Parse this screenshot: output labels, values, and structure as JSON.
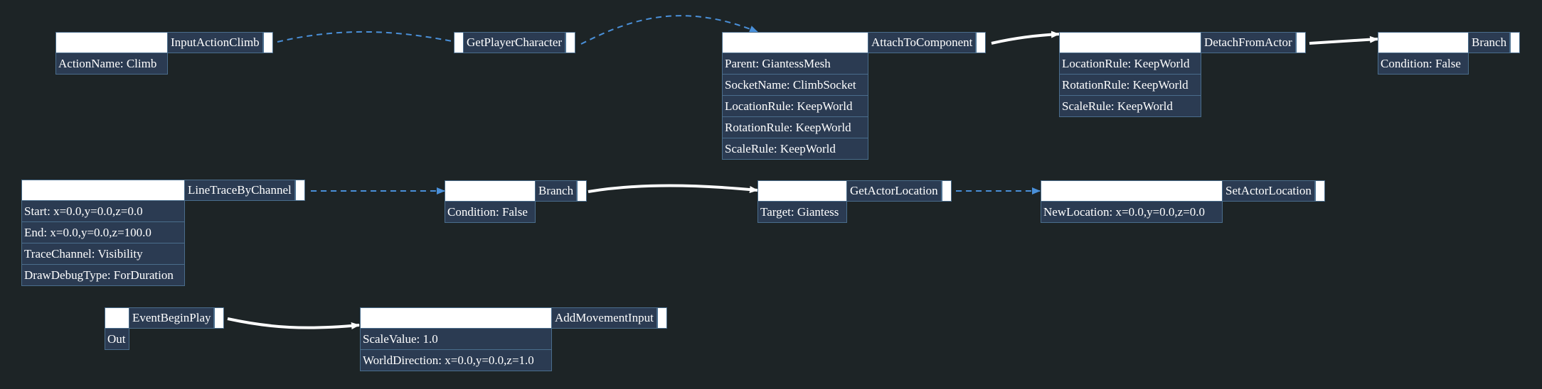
{
  "nodes": [
    {
      "id": "n1",
      "title": "InputActionClimb",
      "rows": [
        "ActionName: Climb"
      ]
    },
    {
      "id": "n2",
      "title": "GetPlayerCharacter",
      "rows": []
    },
    {
      "id": "n3",
      "title": "AttachToComponent",
      "rows": [
        "Parent: GiantessMesh",
        "SocketName: ClimbSocket",
        "LocationRule: KeepWorld",
        "RotationRule: KeepWorld",
        "ScaleRule: KeepWorld"
      ]
    },
    {
      "id": "n4",
      "title": "DetachFromActor",
      "rows": [
        "LocationRule: KeepWorld",
        "RotationRule: KeepWorld",
        "ScaleRule: KeepWorld"
      ]
    },
    {
      "id": "n5",
      "title": "Branch",
      "rows": [
        "Condition: False"
      ]
    },
    {
      "id": "n6",
      "title": "LineTraceByChannel",
      "rows": [
        "Start: x=0.0,y=0.0,z=0.0",
        "End: x=0.0,y=0.0,z=100.0",
        "TraceChannel: Visibility",
        "DrawDebugType: ForDuration"
      ]
    },
    {
      "id": "n7",
      "title": "Branch",
      "rows": [
        "Condition: False"
      ]
    },
    {
      "id": "n8",
      "title": "GetActorLocation",
      "rows": [
        "Target: Giantess"
      ]
    },
    {
      "id": "n9",
      "title": "SetActorLocation",
      "rows": [
        "NewLocation: x=0.0,y=0.0,z=0.0"
      ]
    },
    {
      "id": "n10",
      "title": "EventBeginPlay",
      "rows": [
        "Out"
      ]
    },
    {
      "id": "n11",
      "title": "AddMovementInput",
      "rows": [
        "ScaleValue: 1.0",
        "WorldDirection: x=0.0,y=0.0,z=1.0"
      ]
    }
  ],
  "edges": [
    {
      "from": "n1",
      "to": "n2",
      "kind": "data"
    },
    {
      "from": "n2",
      "to": "n3",
      "kind": "data"
    },
    {
      "from": "n3",
      "to": "n4",
      "kind": "exec"
    },
    {
      "from": "n4",
      "to": "n5",
      "kind": "exec"
    },
    {
      "from": "n6",
      "to": "n7",
      "kind": "data"
    },
    {
      "from": "n7",
      "to": "n8",
      "kind": "exec"
    },
    {
      "from": "n8",
      "to": "n9",
      "kind": "data"
    },
    {
      "from": "n10",
      "to": "n11",
      "kind": "exec"
    }
  ],
  "colors": {
    "background": "#1d2426",
    "node_fill": "#2b3b52",
    "node_border": "#4a6d8c",
    "slot_fill": "#ffffff",
    "text": "#ffffff",
    "exec_edge": "#ffffff",
    "data_edge": "#4a90d9"
  }
}
